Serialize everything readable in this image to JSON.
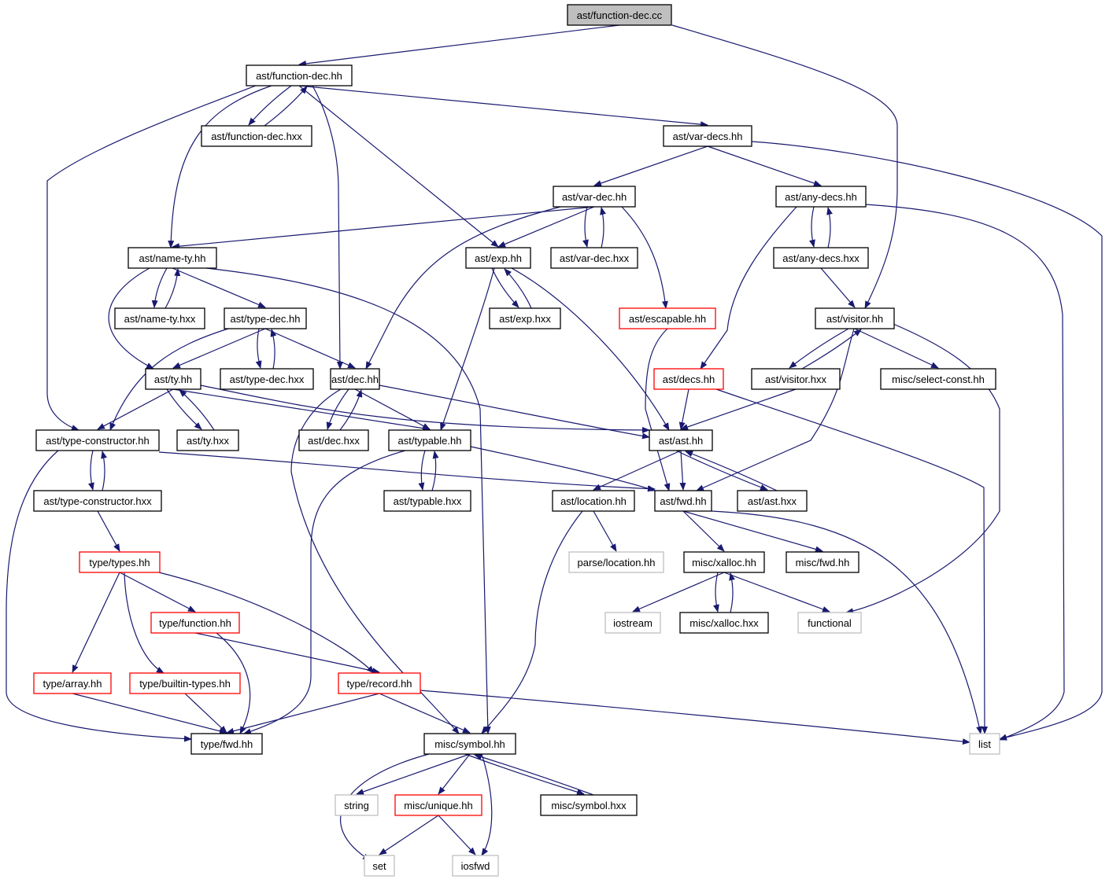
{
  "graph": {
    "edge_color": "#191970",
    "node_styles": {
      "root": {
        "fill": "#bfbfbf",
        "stroke": "#000000"
      },
      "normal": {
        "fill": "#ffffff",
        "stroke": "#000000"
      },
      "truncated": {
        "fill": "#ffffff",
        "stroke": "#ff0000"
      },
      "system": {
        "fill": "#ffffff",
        "stroke": "#bfbfbf"
      }
    },
    "nodes": [
      {
        "id": "fdcc",
        "label": "ast/function-dec.cc",
        "style": "root"
      },
      {
        "id": "fdhh",
        "label": "ast/function-dec.hh",
        "style": "normal"
      },
      {
        "id": "fdhxx",
        "label": "ast/function-dec.hxx",
        "style": "normal"
      },
      {
        "id": "vdshh",
        "label": "ast/var-decs.hh",
        "style": "normal"
      },
      {
        "id": "vdhh",
        "label": "ast/var-dec.hh",
        "style": "normal"
      },
      {
        "id": "adshh",
        "label": "ast/any-decs.hh",
        "style": "normal"
      },
      {
        "id": "nthh",
        "label": "ast/name-ty.hh",
        "style": "normal"
      },
      {
        "id": "exphh",
        "label": "ast/exp.hh",
        "style": "normal"
      },
      {
        "id": "vdhxx",
        "label": "ast/var-dec.hxx",
        "style": "normal"
      },
      {
        "id": "adshxx",
        "label": "ast/any-decs.hxx",
        "style": "normal"
      },
      {
        "id": "nthxx",
        "label": "ast/name-ty.hxx",
        "style": "normal"
      },
      {
        "id": "tdhh",
        "label": "ast/type-dec.hh",
        "style": "normal"
      },
      {
        "id": "exphxx",
        "label": "ast/exp.hxx",
        "style": "normal"
      },
      {
        "id": "eschh",
        "label": "ast/escapable.hh",
        "style": "truncated"
      },
      {
        "id": "vishh",
        "label": "ast/visitor.hh",
        "style": "normal"
      },
      {
        "id": "tyhh",
        "label": "ast/ty.hh",
        "style": "normal"
      },
      {
        "id": "tdhxx",
        "label": "ast/type-dec.hxx",
        "style": "normal"
      },
      {
        "id": "dechh",
        "label": "ast/dec.hh",
        "style": "normal"
      },
      {
        "id": "decshh",
        "label": "ast/decs.hh",
        "style": "truncated"
      },
      {
        "id": "vishxx",
        "label": "ast/visitor.hxx",
        "style": "normal"
      },
      {
        "id": "scnhh",
        "label": "misc/select-const.hh",
        "style": "normal"
      },
      {
        "id": "tchh",
        "label": "ast/type-constructor.hh",
        "style": "normal"
      },
      {
        "id": "tyhxx",
        "label": "ast/ty.hxx",
        "style": "normal"
      },
      {
        "id": "dechxx",
        "label": "ast/dec.hxx",
        "style": "normal"
      },
      {
        "id": "tphh",
        "label": "ast/typable.hh",
        "style": "normal"
      },
      {
        "id": "asthh",
        "label": "ast/ast.hh",
        "style": "normal"
      },
      {
        "id": "tchxx",
        "label": "ast/type-constructor.hxx",
        "style": "normal"
      },
      {
        "id": "tphxx",
        "label": "ast/typable.hxx",
        "style": "normal"
      },
      {
        "id": "lochh",
        "label": "ast/location.hh",
        "style": "normal"
      },
      {
        "id": "fwdhh",
        "label": "ast/fwd.hh",
        "style": "normal"
      },
      {
        "id": "asthxx",
        "label": "ast/ast.hxx",
        "style": "normal"
      },
      {
        "id": "tyshh",
        "label": "type/types.hh",
        "style": "truncated"
      },
      {
        "id": "plochh",
        "label": "parse/location.hh",
        "style": "system"
      },
      {
        "id": "xalhh",
        "label": "misc/xalloc.hh",
        "style": "normal"
      },
      {
        "id": "mfwdhh",
        "label": "misc/fwd.hh",
        "style": "normal"
      },
      {
        "id": "funchh",
        "label": "type/function.hh",
        "style": "truncated"
      },
      {
        "id": "iostream",
        "label": "iostream",
        "style": "system"
      },
      {
        "id": "xalhxx",
        "label": "misc/xalloc.hxx",
        "style": "normal"
      },
      {
        "id": "functional",
        "label": "functional",
        "style": "system"
      },
      {
        "id": "arrhh",
        "label": "type/array.hh",
        "style": "truncated"
      },
      {
        "id": "bthh",
        "label": "type/builtin-types.hh",
        "style": "truncated"
      },
      {
        "id": "rechh",
        "label": "type/record.hh",
        "style": "truncated"
      },
      {
        "id": "tfwdhh",
        "label": "type/fwd.hh",
        "style": "normal"
      },
      {
        "id": "symhh",
        "label": "misc/symbol.hh",
        "style": "normal"
      },
      {
        "id": "list",
        "label": "list",
        "style": "system"
      },
      {
        "id": "string",
        "label": "string",
        "style": "system"
      },
      {
        "id": "unihh",
        "label": "misc/unique.hh",
        "style": "truncated"
      },
      {
        "id": "symhxx",
        "label": "misc/symbol.hxx",
        "style": "normal"
      },
      {
        "id": "set",
        "label": "set",
        "style": "system"
      },
      {
        "id": "iosfwd",
        "label": "iosfwd",
        "style": "system"
      }
    ],
    "edges": [
      [
        "fdcc",
        "fdhh"
      ],
      [
        "fdcc",
        "vishh"
      ],
      [
        "fdhh",
        "fdhxx"
      ],
      [
        "fdhxx",
        "fdhh"
      ],
      [
        "fdhh",
        "vdshh"
      ],
      [
        "fdhh",
        "nthh"
      ],
      [
        "fdhh",
        "exphh"
      ],
      [
        "fdhh",
        "dechh"
      ],
      [
        "fdhh",
        "tchh"
      ],
      [
        "vdshh",
        "vdhh"
      ],
      [
        "vdshh",
        "adshh"
      ],
      [
        "vdshh",
        "list"
      ],
      [
        "vdhh",
        "nthh"
      ],
      [
        "vdhh",
        "exphh"
      ],
      [
        "vdhh",
        "vdhxx"
      ],
      [
        "vdhxx",
        "vdhh"
      ],
      [
        "vdhh",
        "eschh"
      ],
      [
        "vdhh",
        "dechh"
      ],
      [
        "adshh",
        "adshxx"
      ],
      [
        "adshxx",
        "adshh"
      ],
      [
        "adshh",
        "decshh"
      ],
      [
        "adshh",
        "list"
      ],
      [
        "adshxx",
        "vishh"
      ],
      [
        "nthh",
        "nthxx"
      ],
      [
        "nthxx",
        "nthh"
      ],
      [
        "nthh",
        "tdhh"
      ],
      [
        "nthh",
        "tyhh"
      ],
      [
        "nthh",
        "symhh"
      ],
      [
        "exphh",
        "exphxx"
      ],
      [
        "exphxx",
        "exphh"
      ],
      [
        "exphh",
        "tphh"
      ],
      [
        "exphh",
        "asthh"
      ],
      [
        "eschh",
        "fwdhh"
      ],
      [
        "tdhh",
        "tdhxx"
      ],
      [
        "tdhxx",
        "tdhh"
      ],
      [
        "tdhh",
        "tyhh"
      ],
      [
        "tdhh",
        "dechh"
      ],
      [
        "tdhh",
        "tchh"
      ],
      [
        "vishh",
        "vishxx"
      ],
      [
        "vishxx",
        "vishh"
      ],
      [
        "vishh",
        "scnhh"
      ],
      [
        "vishh",
        "fwdhh"
      ],
      [
        "vishh",
        "functional"
      ],
      [
        "tyhh",
        "tyhxx"
      ],
      [
        "tyhxx",
        "tyhh"
      ],
      [
        "tyhh",
        "tchh"
      ],
      [
        "tyhh",
        "tphh"
      ],
      [
        "tyhh",
        "asthh"
      ],
      [
        "dechh",
        "dechxx"
      ],
      [
        "dechxx",
        "dechh"
      ],
      [
        "dechh",
        "tphh"
      ],
      [
        "dechh",
        "asthh"
      ],
      [
        "dechh",
        "symhh"
      ],
      [
        "decshh",
        "asthh"
      ],
      [
        "decshh",
        "list"
      ],
      [
        "vishxx",
        "asthh"
      ],
      [
        "tchh",
        "tchxx"
      ],
      [
        "tchxx",
        "tchh"
      ],
      [
        "tchh",
        "fwdhh"
      ],
      [
        "tchh",
        "tfwdhh"
      ],
      [
        "tphh",
        "tphxx"
      ],
      [
        "tphxx",
        "tphh"
      ],
      [
        "tphh",
        "fwdhh"
      ],
      [
        "tphh",
        "tfwdhh"
      ],
      [
        "asthh",
        "lochh"
      ],
      [
        "asthh",
        "fwdhh"
      ],
      [
        "asthh",
        "asthxx"
      ],
      [
        "asthxx",
        "asthh"
      ],
      [
        "tchxx",
        "tyshh"
      ],
      [
        "lochh",
        "plochh"
      ],
      [
        "lochh",
        "symhh"
      ],
      [
        "fwdhh",
        "xalhh"
      ],
      [
        "fwdhh",
        "mfwdhh"
      ],
      [
        "fwdhh",
        "list"
      ],
      [
        "tyshh",
        "funchh"
      ],
      [
        "tyshh",
        "arrhh"
      ],
      [
        "tyshh",
        "bthh"
      ],
      [
        "tyshh",
        "rechh"
      ],
      [
        "xalhh",
        "iostream"
      ],
      [
        "xalhh",
        "xalhxx"
      ],
      [
        "xalhxx",
        "xalhh"
      ],
      [
        "xalhh",
        "functional"
      ],
      [
        "funchh",
        "rechh"
      ],
      [
        "funchh",
        "tfwdhh"
      ],
      [
        "arrhh",
        "tfwdhh"
      ],
      [
        "bthh",
        "tfwdhh"
      ],
      [
        "rechh",
        "tfwdhh"
      ],
      [
        "rechh",
        "symhh"
      ],
      [
        "rechh",
        "list"
      ],
      [
        "symhh",
        "string"
      ],
      [
        "symhh",
        "unihh"
      ],
      [
        "symhh",
        "symhxx"
      ],
      [
        "symhxx",
        "symhh"
      ],
      [
        "symhh",
        "set"
      ],
      [
        "symhh",
        "iosfwd"
      ],
      [
        "unihh",
        "set"
      ],
      [
        "unihh",
        "iosfwd"
      ]
    ]
  }
}
